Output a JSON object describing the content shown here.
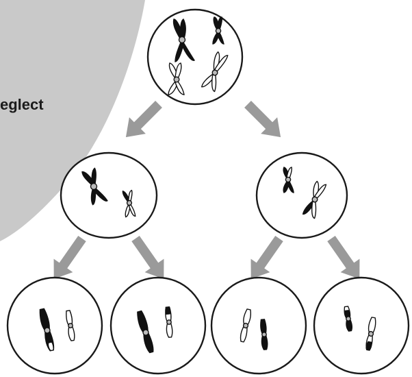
{
  "background": {
    "label": "eglect",
    "panel_color": "#c9c9c9"
  },
  "colors": {
    "cell_outline": "#1a1a1a",
    "arrow": "#9a9a9a",
    "dark_chromatid": "#111111",
    "light_chromatid": "#ffffff"
  },
  "diagram": {
    "description_free": true,
    "levels": [
      "parent-cell",
      "daughter-cells",
      "granddaughter-cells"
    ],
    "cell_count": 7,
    "arrow_count": 6
  }
}
